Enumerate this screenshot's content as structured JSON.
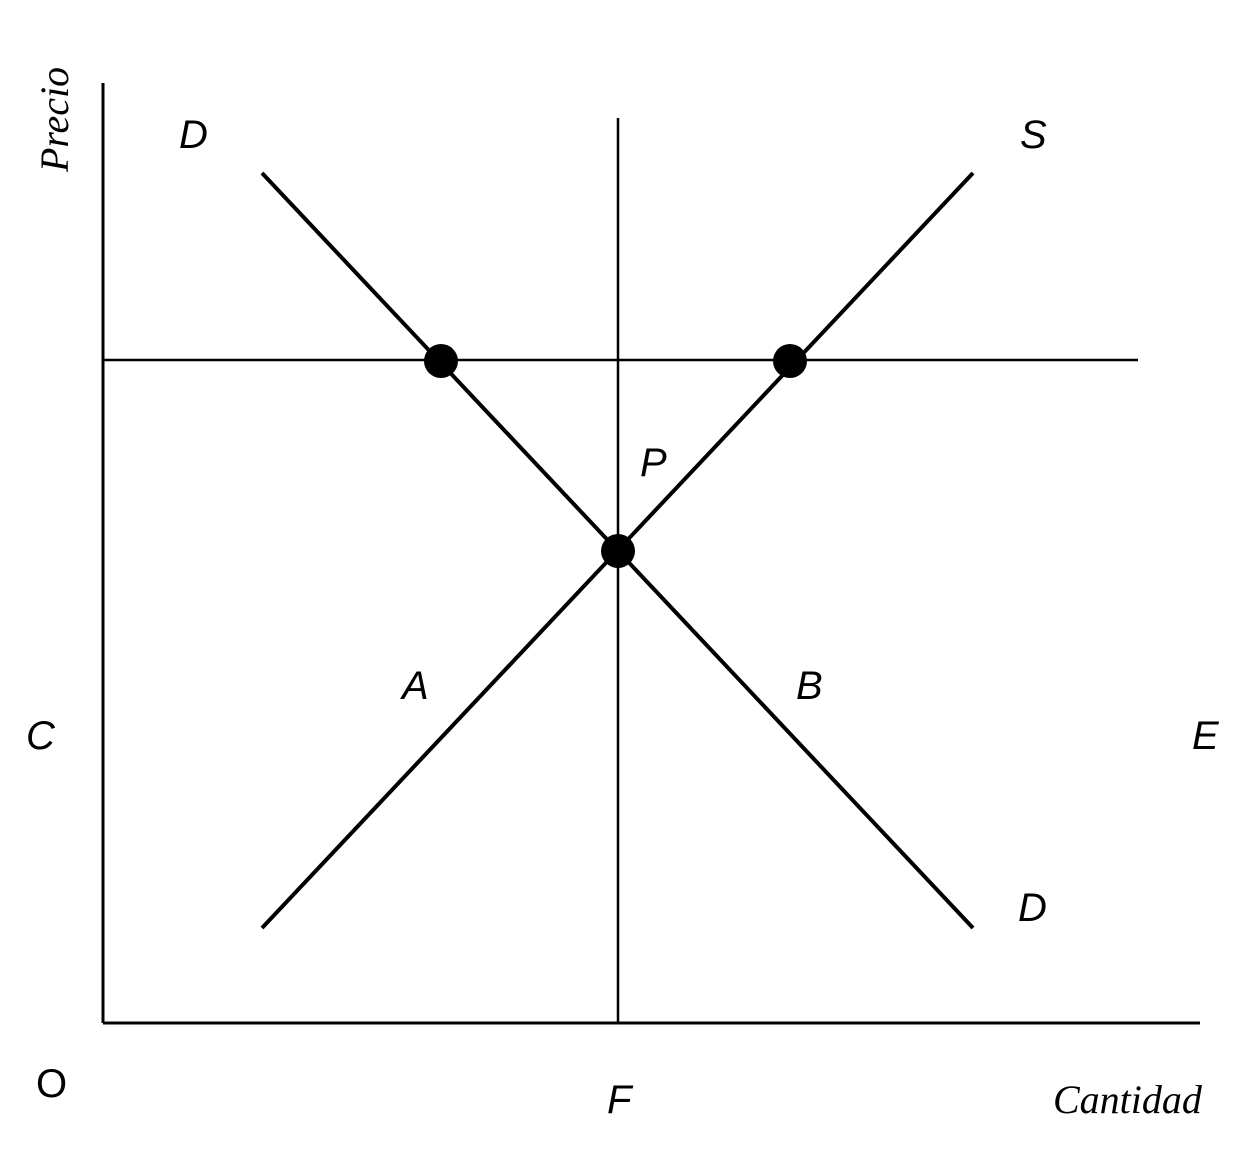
{
  "axes": {
    "y_title": "Precio",
    "x_title": "Cantidad",
    "origin_label": "O"
  },
  "curves": {
    "demand_label": "D",
    "supply_label": "S"
  },
  "labels": {
    "equilibrium": "P",
    "region_left": "A",
    "region_right": "B",
    "left_axis_point": "C",
    "right_point": "E",
    "quantity_point": "F"
  },
  "colors": {
    "ink": "#000000",
    "background": "#ffffff"
  }
}
